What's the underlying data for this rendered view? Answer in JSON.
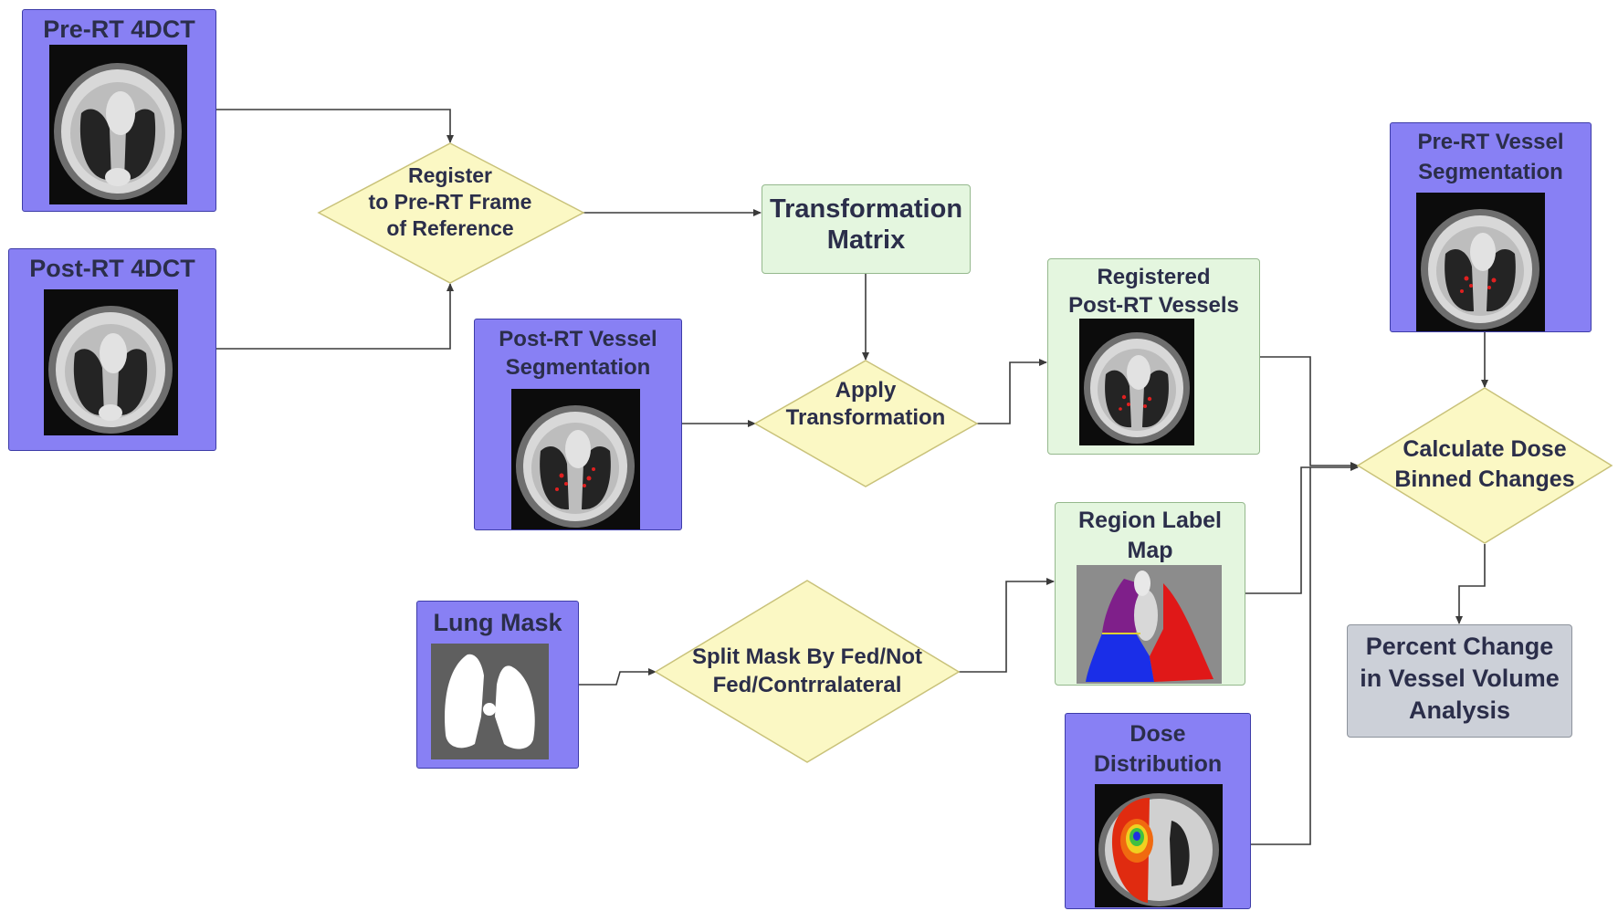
{
  "nodes": {
    "pre_rt_4dct": {
      "title": "Pre-RT 4DCT"
    },
    "post_rt_4dct": {
      "title": "Post-RT 4DCT"
    },
    "register": {
      "line1": "Register",
      "line2": "to Pre-RT Frame",
      "line3": "of Reference"
    },
    "transformation_matrix": {
      "line1": "Transformation",
      "line2": "Matrix"
    },
    "post_rt_vessel_seg": {
      "line1": "Post-RT Vessel",
      "line2": "Segmentation"
    },
    "apply_transformation": {
      "line1": "Apply",
      "line2": "Transformation"
    },
    "registered_vessels": {
      "line1": "Registered",
      "line2": "Post-RT Vessels"
    },
    "pre_rt_vessel_seg": {
      "line1": "Pre-RT Vessel",
      "line2": "Segmentation"
    },
    "calculate_dose": {
      "line1": "Calculate Dose",
      "line2": "Binned Changes"
    },
    "region_label_map": {
      "line1": "Region Label",
      "line2": "Map"
    },
    "lung_mask": {
      "title": "Lung Mask"
    },
    "split_mask": {
      "line1": "Split Mask By Fed/Not",
      "line2": "Fed/Contrralateral"
    },
    "dose_distribution": {
      "line1": "Dose",
      "line2": "Distribution"
    },
    "percent_change": {
      "line1": "Percent Change",
      "line2": "in Vessel Volume",
      "line3": "Analysis"
    }
  },
  "colors": {
    "process_box": "#8880f4",
    "decision": "#fbf8c4",
    "result_box": "#e4f6df",
    "output_box": "#ccd0d8",
    "connector": "#3a3a3a"
  }
}
